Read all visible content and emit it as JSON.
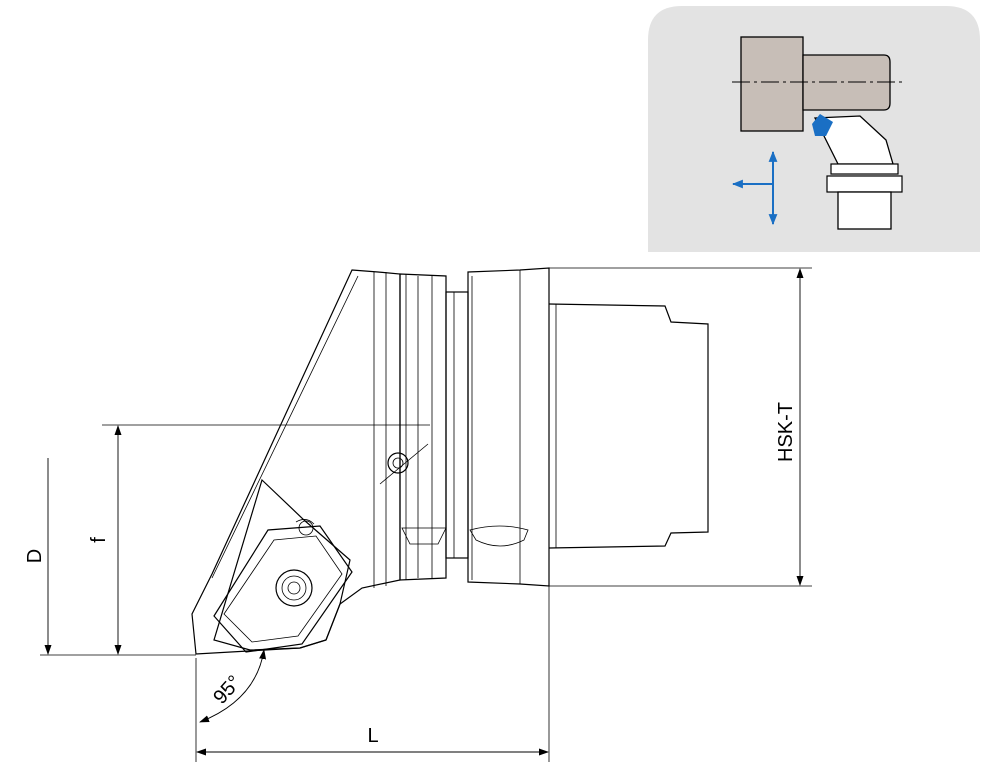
{
  "labels": {
    "D": "D",
    "f": "f",
    "L": "L",
    "hsk": "HSK-T",
    "angle": "95°"
  },
  "colors": {
    "inset_bg": "#e3e3e3",
    "workpiece": "#c7beb7",
    "insert_blue": "#1a6fc4",
    "arrow_blue": "#1a6fc4"
  }
}
